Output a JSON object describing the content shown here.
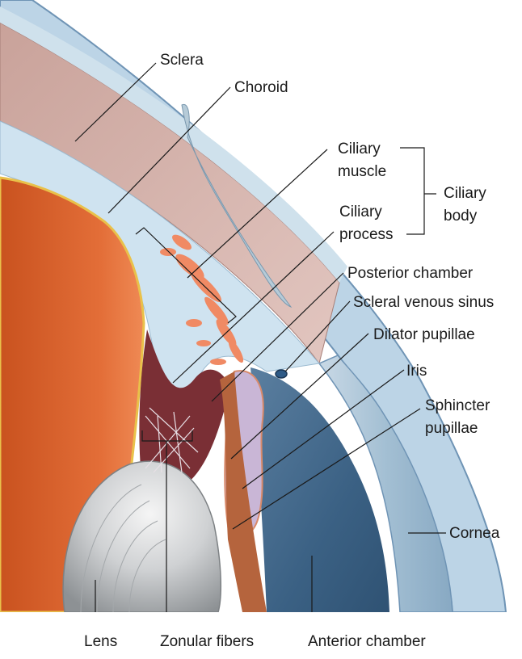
{
  "labels": {
    "sclera": "Sclera",
    "choroid": "Choroid",
    "ciliary_muscle_1": "Ciliary",
    "ciliary_muscle_2": "muscle",
    "ciliary_process_1": "Ciliary",
    "ciliary_process_2": "process",
    "ciliary_body_1": "Ciliary",
    "ciliary_body_2": "body",
    "posterior_chamber": "Posterior chamber",
    "scleral_venous_sinus": "Scleral venous sinus",
    "dilator_pupillae": "Dilator pupillae",
    "iris": "Iris",
    "sphincter_1": "Sphincter",
    "sphincter_2": "pupillae",
    "cornea": "Cornea",
    "lens": "Lens",
    "zonular_fibers": "Zonular fibers",
    "anterior_chamber": "Anterior chamber"
  },
  "colors": {
    "sclera": "#d8b7b0",
    "cornea": "#a9c3d6",
    "anterior_chamber": "#3f6688",
    "lens": "#c9ccce",
    "vitreous_body": "#d9632e",
    "ciliary_body": "#7a2f35",
    "iris": "#c9b6d6",
    "ciliary_stroma": "#cfe3f0",
    "ciliary_process_accent": "#f08a64"
  }
}
